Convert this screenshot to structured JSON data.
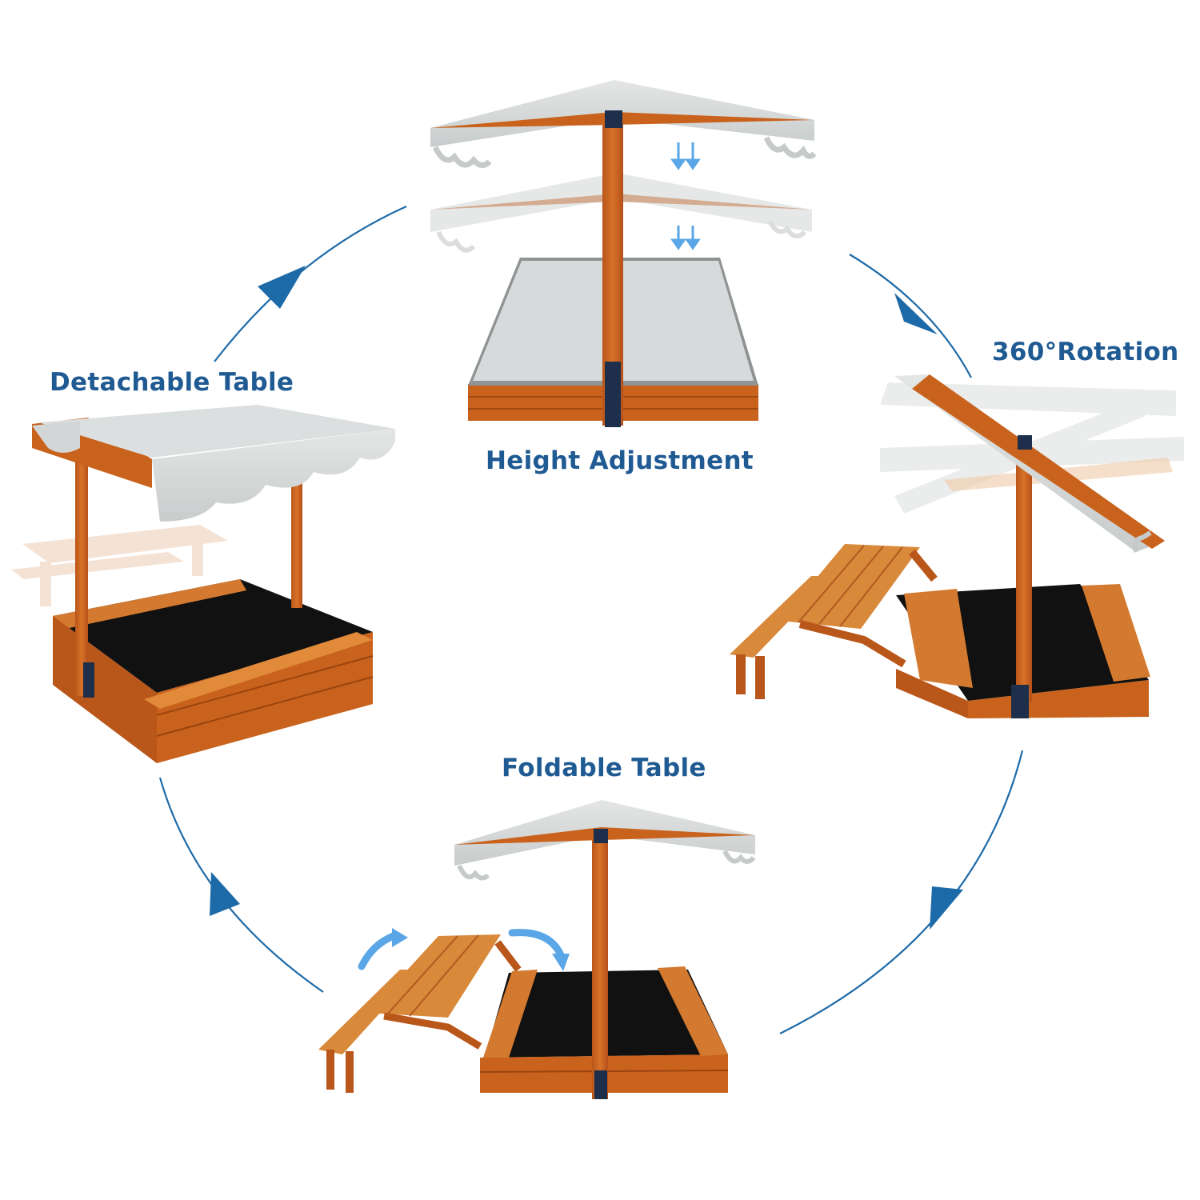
{
  "labels": {
    "height_adjustment": "Height Adjustment",
    "rotation": "360°Rotation",
    "detachable_table": "Detachable Table",
    "foldable_table": "Foldable Table"
  },
  "colors": {
    "label_text": "#1f5a93",
    "cycle_arrow": "#1d6aa8",
    "motion_arrow": "#5aa6e6",
    "wood": "#c8621c",
    "wood_light": "#e08a3a",
    "wood_dark": "#9a4410",
    "canopy": "#d9dcdc",
    "canopy_shade": "#c3c7c7",
    "sand_liner": "#111111",
    "strap": "#1d2f4a"
  },
  "icons": {
    "cycle_arrow": "arrow-head-icon",
    "motion_arrow": "down-arrows-icon"
  }
}
